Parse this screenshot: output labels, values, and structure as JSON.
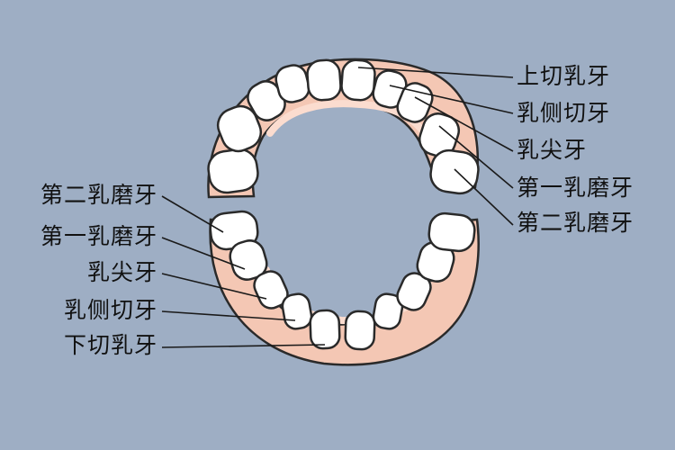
{
  "colors": {
    "background": "#9eaec4",
    "gum_fill": "#f4c7b4",
    "gum_inner": "#fbdccf",
    "outline": "#2a2a2a",
    "tooth": "#ffffff",
    "leader_line": "#1a1a1a"
  },
  "upper_labels": [
    "上切乳牙",
    "乳侧切牙",
    "乳尖牙",
    "第一乳磨牙",
    "第二乳磨牙"
  ],
  "lower_labels": [
    "第二乳磨牙",
    "第一乳磨牙",
    "乳尖牙",
    "乳侧切牙",
    "下切乳牙"
  ]
}
